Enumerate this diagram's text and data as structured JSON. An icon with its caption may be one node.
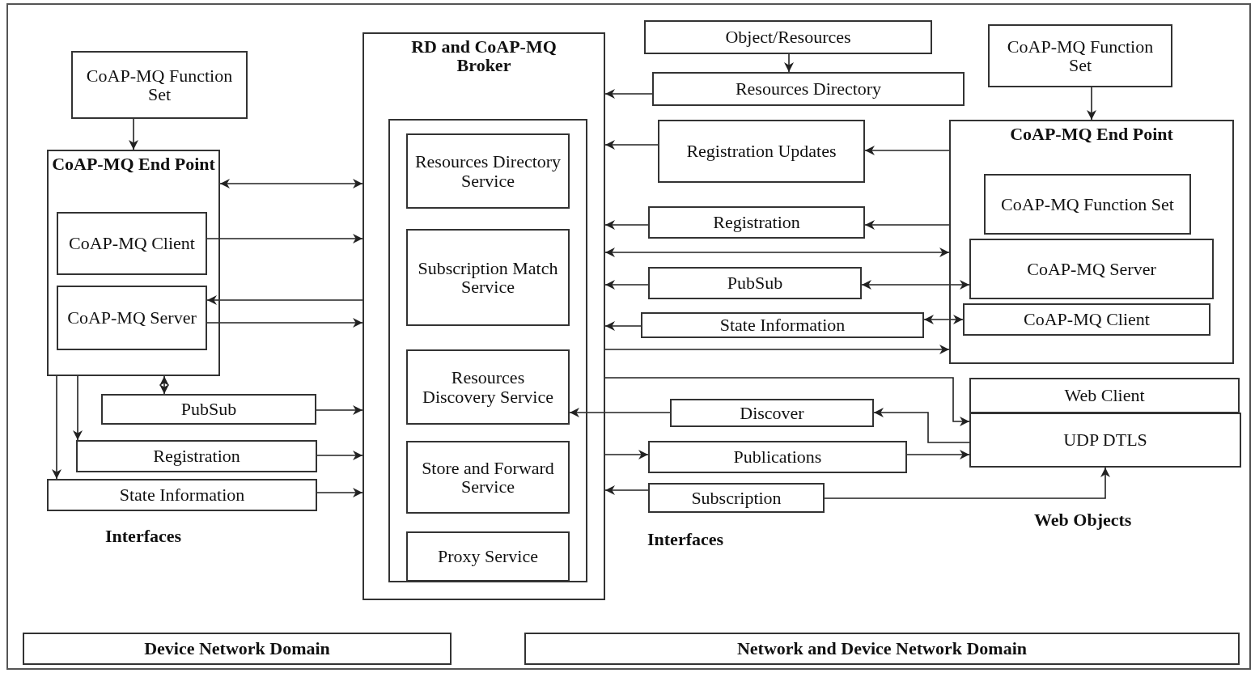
{
  "diagram": {
    "nodes": [
      {
        "text": [
          "CoAP-MQ Function Set"
        ]
      },
      {
        "text": [
          "CoAP-MQ End Point"
        ]
      },
      {
        "text": [
          "CoAP-MQ Client"
        ],
        "in": 1
      },
      {
        "text": [
          "CoAP-MQ Server"
        ],
        "in": 1
      },
      {
        "text": [
          "PubSub"
        ]
      },
      {
        "text": [
          "Registration"
        ]
      },
      {
        "text": [
          "State Information"
        ]
      },
      {
        "text": [
          "RD and CoAP-MQ Broker"
        ]
      },
      {
        "text": [],
        "shape": "box",
        "in": 7
      },
      {
        "text": [
          "Resources Directory Service"
        ],
        "in": 8
      },
      {
        "text": [
          "Subscription Match Service"
        ],
        "in": 8
      },
      {
        "text": [
          "Resources Discovery Service"
        ],
        "in": 8
      },
      {
        "text": [
          "Store and Forward Service"
        ],
        "in": 8
      },
      {
        "text": [
          "Proxy Service"
        ],
        "in": 8
      },
      {
        "text": [
          "Object/Resources"
        ]
      },
      {
        "text": [
          "Resources Directory"
        ]
      },
      {
        "text": [
          "Registration Updates"
        ]
      },
      {
        "text": [
          "Registration"
        ]
      },
      {
        "text": [
          "PubSub"
        ]
      },
      {
        "text": [
          "State Information"
        ]
      },
      {
        "text": [
          "Discover"
        ]
      },
      {
        "text": [
          "Publications"
        ]
      },
      {
        "text": [
          "Subscription"
        ]
      },
      {
        "text": [
          "CoAP-MQ Function Set"
        ]
      },
      {
        "text": [
          "CoAP-MQ End Point"
        ]
      },
      {
        "text": [
          "CoAP-MQ Function Set"
        ],
        "in": 24
      },
      {
        "text": [
          "CoAP-MQ Server"
        ],
        "in": 24
      },
      {
        "text": [
          "CoAP-MQ Client"
        ],
        "in": 24
      },
      {
        "text": [
          "Web Client"
        ]
      },
      {
        "text": [
          "UDP DTLS"
        ]
      },
      {
        "text": [
          "Device Network Domain"
        ]
      },
      {
        "text": [
          "Network and Device Network Domain"
        ]
      }
    ],
    "edges": [
      {
        "from": 0,
        "to": 1,
        "arrow": "to"
      },
      {
        "from": 1,
        "to": 7,
        "arrow": "both"
      },
      {
        "from": 2,
        "to": 7,
        "arrow": "to"
      },
      {
        "from": 7,
        "to": 3,
        "arrow": "to"
      },
      {
        "from": 3,
        "to": 7,
        "arrow": "to"
      },
      {
        "from": 1,
        "to": 4,
        "arrow": "both"
      },
      {
        "from": 4,
        "to": 7,
        "arrow": "to"
      },
      {
        "from": 1,
        "to": 5,
        "arrow": "to"
      },
      {
        "from": 1,
        "to": 6,
        "arrow": "to"
      },
      {
        "from": 5,
        "to": 7,
        "arrow": "to"
      },
      {
        "from": 6,
        "to": 7,
        "arrow": "to"
      },
      {
        "from": 14,
        "to": 15,
        "arrow": "to"
      },
      {
        "from": 15,
        "to": 7,
        "arrow": "to"
      },
      {
        "from": 24,
        "to": 16,
        "arrow": "to"
      },
      {
        "from": 16,
        "to": 7,
        "arrow": "to"
      },
      {
        "from": 24,
        "to": 17,
        "arrow": "to"
      },
      {
        "from": 17,
        "to": 7,
        "arrow": "to"
      },
      {
        "from": 7,
        "to": 24,
        "arrow": "both"
      },
      {
        "from": 18,
        "to": 7,
        "arrow": "to"
      },
      {
        "from": 18,
        "to": 26,
        "arrow": "both"
      },
      {
        "from": 19,
        "to": 7,
        "arrow": "to"
      },
      {
        "from": 19,
        "to": 27,
        "arrow": "both"
      },
      {
        "from": 7,
        "to": 24,
        "arrow": "to"
      },
      {
        "from": 7,
        "to": 29,
        "arrow": "to"
      },
      {
        "from": 20,
        "to": 11,
        "arrow": "to"
      },
      {
        "from": 29,
        "to": 20,
        "arrow": "to"
      },
      {
        "from": 7,
        "to": 21,
        "arrow": "to"
      },
      {
        "from": 21,
        "to": 29,
        "arrow": "to"
      },
      {
        "from": 22,
        "to": 7,
        "arrow": "to"
      },
      {
        "from": 22,
        "to": 29,
        "arrow": "to"
      },
      {
        "from": 23,
        "to": 24,
        "arrow": "to"
      }
    ],
    "labels": [
      "Interfaces",
      "Interfaces",
      "Web Objects"
    ]
  }
}
